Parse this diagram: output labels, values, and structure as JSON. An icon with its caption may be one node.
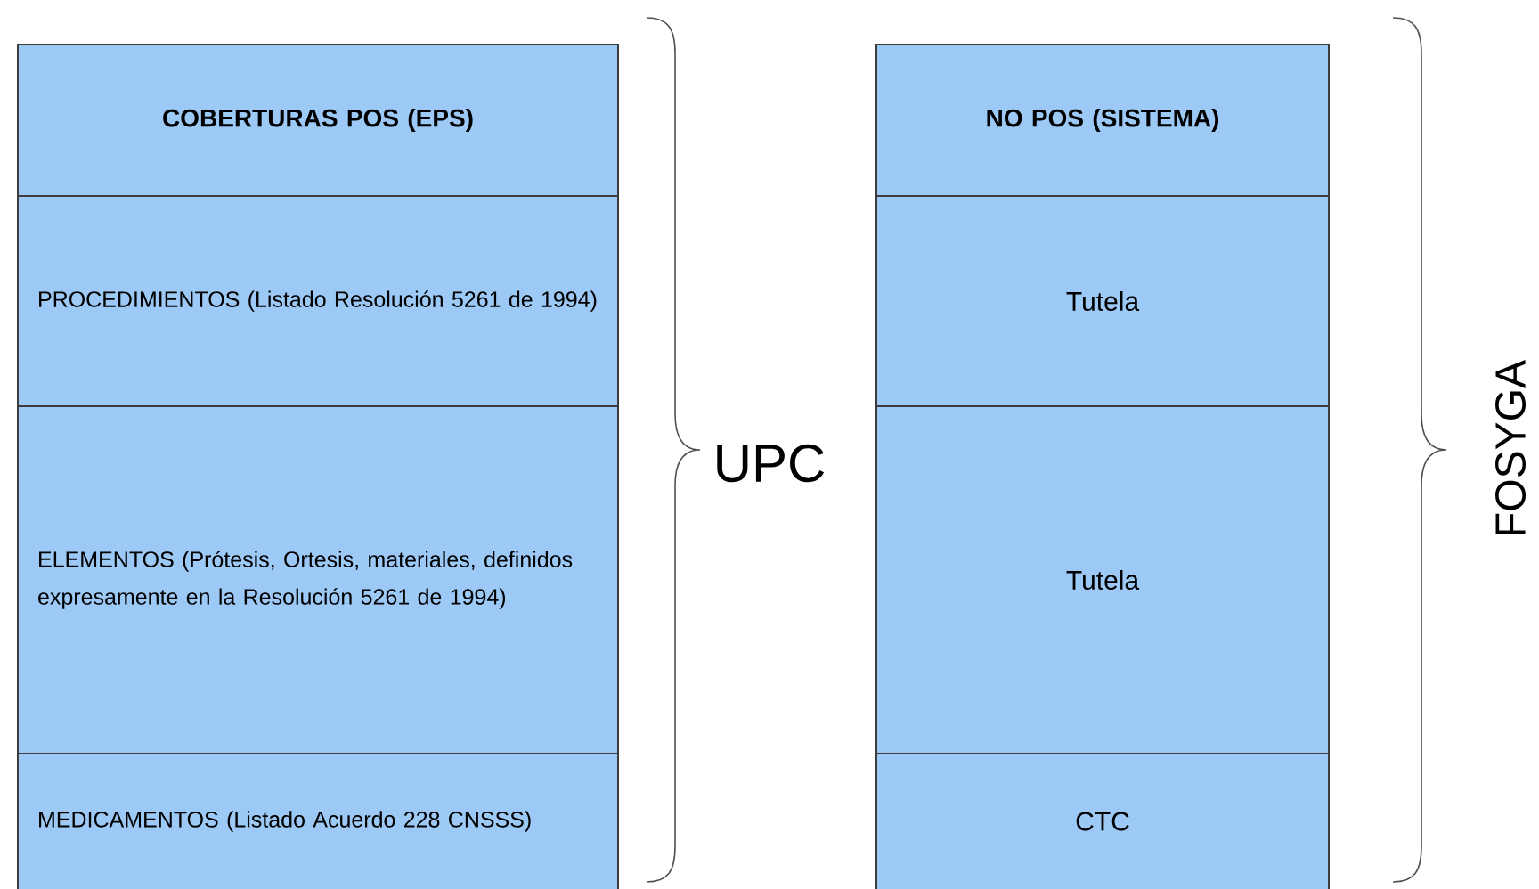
{
  "diagram": {
    "nodes": [
      {
        "text": [
          "COBERTURAS POS (EPS)"
        ]
      },
      {
        "text": [
          "PROCEDIMIENTOS (Listado Resolución 5261 de 1994)"
        ]
      },
      {
        "text": [
          "ELEMENTOS (Prótesis, Ortesis, materiales, definidos expresamente en la Resolución 5261 de 1994)"
        ]
      },
      {
        "text": [
          "MEDICAMENTOS (Listado Acuerdo 228 CNSSS)"
        ]
      },
      {
        "text": [
          "NO POS (SISTEMA)"
        ]
      },
      {
        "text": [
          "Tutela"
        ]
      },
      {
        "text": [
          "Tutela"
        ]
      },
      {
        "text": [
          "CTC"
        ]
      }
    ],
    "labels": [
      "UPC",
      "FOSYGA"
    ]
  }
}
